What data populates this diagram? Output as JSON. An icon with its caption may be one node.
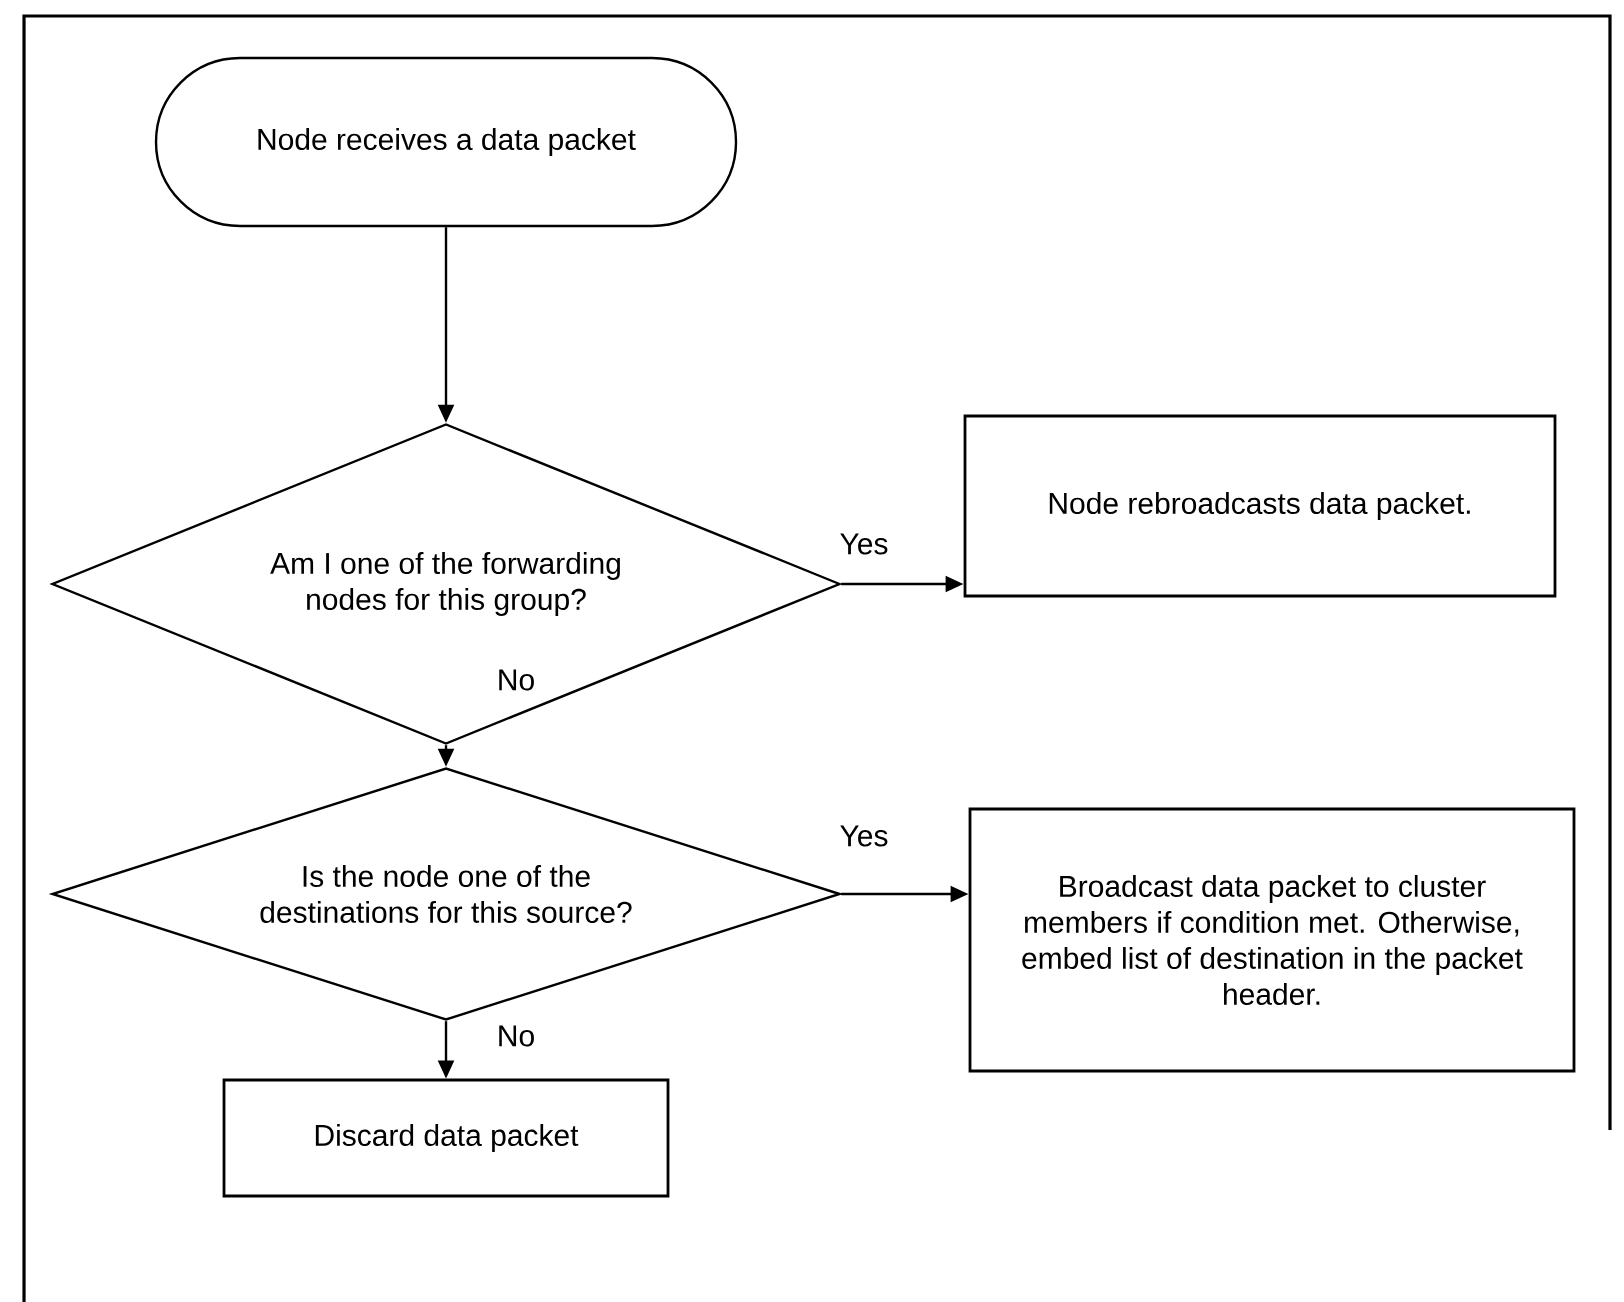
{
  "diagram": {
    "nodes": [
      {
        "text": [
          "Node receives a data packet"
        ]
      },
      {
        "text": [
          "Am I one of the forwarding nodes for this group?"
        ]
      },
      {
        "text": [
          "Node rebroadcasts data packet."
        ]
      },
      {
        "text": [
          "Is the node one of the destinations for this source?"
        ]
      },
      {
        "text": [
          "Broadcast data packet to cluster members if condition met. Otherwise, embed list of destination in the packet header."
        ]
      },
      {
        "text": [
          "Discard data packet"
        ]
      }
    ],
    "edges": [
      {
        "from": 0,
        "to": 1,
        "arrow": "to"
      },
      {
        "from": 1,
        "to": 2,
        "arrow": "to",
        "label": "Yes"
      },
      {
        "from": 1,
        "to": 3,
        "arrow": "to",
        "label": "No"
      },
      {
        "from": 3,
        "to": 4,
        "arrow": "to",
        "label": "Yes"
      },
      {
        "from": 3,
        "to": 5,
        "arrow": "to",
        "label": "No"
      }
    ]
  }
}
